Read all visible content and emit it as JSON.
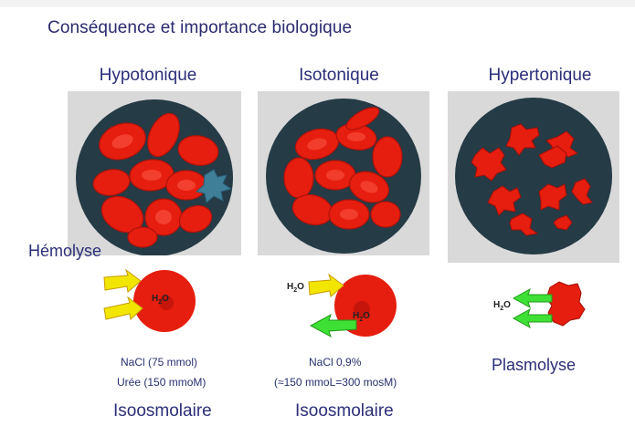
{
  "slide": {
    "title": "Conséquence et importance biologique"
  },
  "columns": [
    {
      "heading": "Hypotonique",
      "effect": "Hémolyse",
      "water_label": "H2O",
      "line1": "NaCl (75 mmol)",
      "line2": "Urée (150 mmoM)",
      "footer": "Isoosmolaire"
    },
    {
      "heading": "Isotonique",
      "water_in_label": "H2O",
      "water_out_label": "H2O",
      "line1": "NaCl 0,9%",
      "line2": "(≈150 mmoL=300 mosM)",
      "footer": "Isoosmolaire"
    },
    {
      "heading": "Hypertonique",
      "water_label": "H2O",
      "effect": "Plasmolyse"
    }
  ],
  "colors": {
    "cell_red": "#e61e0f",
    "dark_circle": "#253b46",
    "panel_bg": "#d9d9d9",
    "arrow_yellow": "#f2e600",
    "arrow_green": "#3fe035",
    "text_navy": "#2b2f78"
  }
}
